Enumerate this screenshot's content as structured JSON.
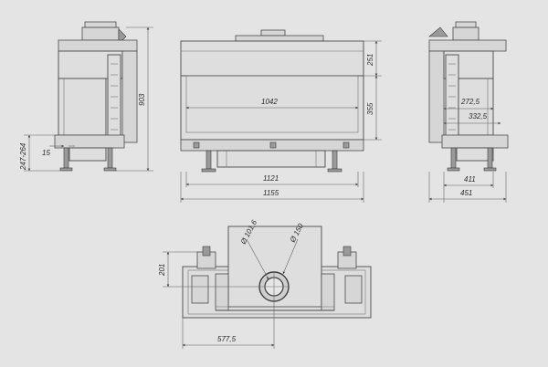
{
  "labels": {
    "side_left_total_height": "903",
    "side_left_vent": "247-264",
    "side_left_15": "15",
    "front_top_251": "251",
    "front_glass_355": "355",
    "front_opening_1042": "1042",
    "front_1121": "1121",
    "front_1155": "1155",
    "side_right_272": "272,5",
    "side_right_332": "332,5",
    "side_right_411": "411",
    "side_right_451": "451",
    "top_201": "201",
    "top_577": "577,5",
    "top_d1016": "Ø 101,6",
    "top_d150": "Ø 150"
  },
  "colors": {
    "background": "#e4e4e4",
    "line": "#4a4a4a",
    "text": "#2b2b2b"
  }
}
